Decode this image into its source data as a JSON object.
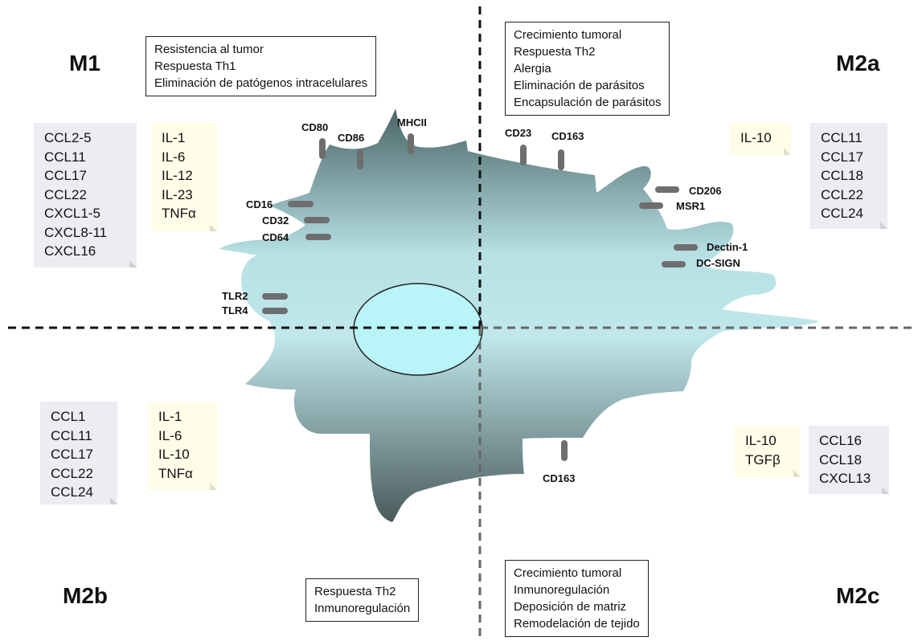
{
  "quadrants": {
    "m1": "M1",
    "m2a": "M2a",
    "m2b": "M2b",
    "m2c": "M2c"
  },
  "function_boxes": {
    "m1": [
      "Resistencia al tumor",
      "Respuesta Th1",
      "Eliminación de patógenos intracelulares"
    ],
    "m2a": [
      "Crecimiento tumoral",
      "Respuesta Th2",
      "Alergia",
      "Eliminación de parásitos",
      "Encapsulación de parásitos"
    ],
    "m2b": [
      "Respuesta Th2",
      "Inmunoregulación"
    ],
    "m2c": [
      "Crecimiento tumoral",
      "Inmunoregulación",
      "Deposición de matriz",
      "Remodelación de tejido"
    ]
  },
  "chemokines": {
    "m1": [
      "CCL2-5",
      "CCL11",
      "CCL17",
      "CCL22",
      "CXCL1-5",
      "CXCL8-11",
      "CXCL16"
    ],
    "m2a": [
      "CCL11",
      "CCL17",
      "CCL18",
      "CCL22",
      "CCL24"
    ],
    "m2b": [
      "CCL1",
      "CCL11",
      "CCL17",
      "CCL22",
      "CCL24"
    ],
    "m2c": [
      "CCL16",
      "CCL18",
      "CXCL13"
    ]
  },
  "cytokines": {
    "m1": [
      "IL-1",
      "IL-6",
      "IL-12",
      "IL-23",
      "TNFα"
    ],
    "m2a": [
      "IL-10"
    ],
    "m2b": [
      "IL-1",
      "IL-6",
      "IL-10",
      "TNFα"
    ],
    "m2c": [
      "IL-10",
      "TGFβ"
    ]
  },
  "receptors": {
    "cd80": "CD80",
    "cd86": "CD86",
    "mhcii": "MHCII",
    "cd23": "CD23",
    "cd163_top": "CD163",
    "cd206": "CD206",
    "msr1": "MSR1",
    "dectin1": "Dectin-1",
    "dcsign": "DC-SIGN",
    "cd16": "CD16",
    "cd32": "CD32",
    "cd64": "CD64",
    "tlr2": "TLR2",
    "tlr4": "TLR4",
    "cd163_bottom": "CD163"
  },
  "colors": {
    "cell_dark": "#4a6466",
    "cell_light": "#b6e0e4",
    "nucleus": "#b8f4f8",
    "receptor": "#6e6e6e",
    "note_grey": "#ececf2",
    "note_yellow": "#fffce8"
  }
}
